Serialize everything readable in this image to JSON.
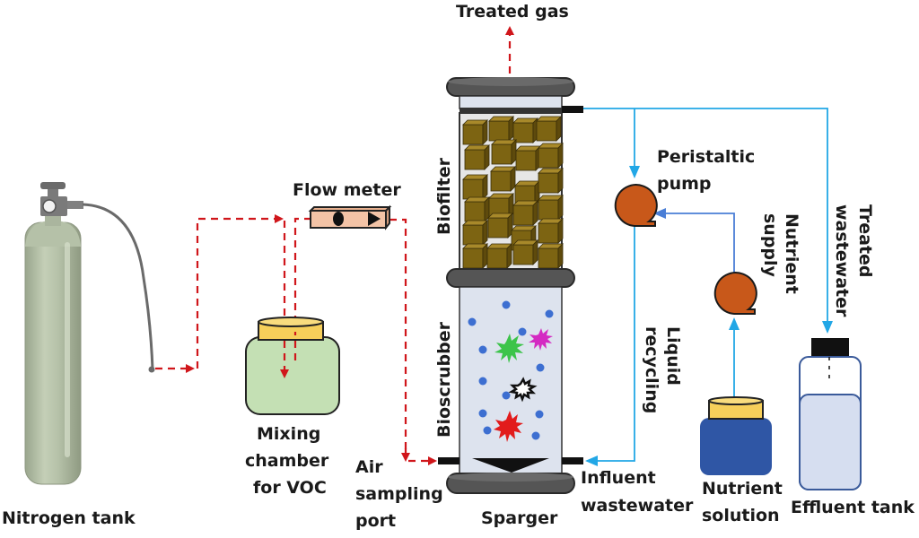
{
  "figure": {
    "title": "Biofilter-bioscrubber experimental setup schematic",
    "labels": {
      "treated_gas": "Treated gas",
      "flow_meter": "Flow meter",
      "nitrogen_tank": "Nitrogen tank",
      "mixing_chamber_line1": "Mixing",
      "mixing_chamber_line2": "chamber",
      "mixing_chamber_line3": "for VOC",
      "air_sampling_line1": "Air",
      "air_sampling_line2": "sampling",
      "air_sampling_line3": "port",
      "sparger": "Sparger",
      "biofilter": "Biofilter",
      "bioscrubber": "Bioscrubber",
      "peristaltic_pump_line1": "Peristaltic",
      "peristaltic_pump_line2": "pump",
      "nutrient_supply_line1": "Nutrient",
      "nutrient_supply_line2": "supply",
      "treated_wastewater_line1": "Treated",
      "treated_wastewater_line2": "wastewater",
      "liquid_recycling_line1": "Liquid",
      "liquid_recycling_line2": "recycling",
      "influent_line1": "Influent",
      "influent_line2": "wastewater",
      "nutrient_solution_line1": "Nutrient",
      "nutrient_solution_line2": "solution",
      "effluent_tank": "Effluent tank"
    },
    "colors": {
      "gas_flow": "#d0161b",
      "liquid_flow": "#22a7e6",
      "nutrient_flow": "#4a7ed6",
      "pump": "#c8581a",
      "packing": "#7d6412",
      "tank_gas": "#b5c1a8",
      "mixing_chamber": "#c4e0b4",
      "lid": "#f6cf5a",
      "nutrient_jar": "#2f56a5",
      "effluent": "#d6def0"
    }
  }
}
